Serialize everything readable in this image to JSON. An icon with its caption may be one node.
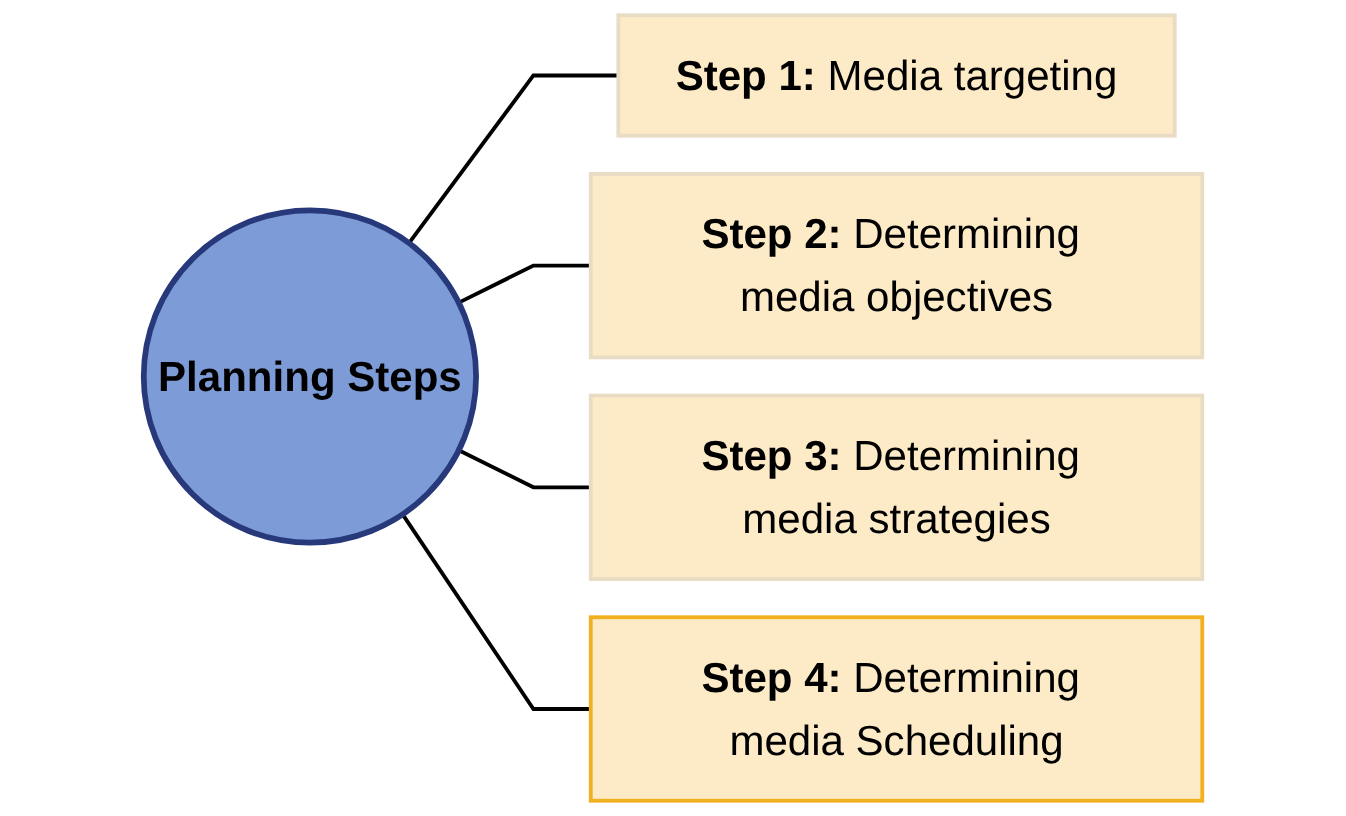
{
  "diagram": {
    "nodes": [
      {
        "text": [
          "Planning Steps"
        ]
      },
      {
        "text": [
          "**Step 1:** Media targeting"
        ]
      },
      {
        "text": [
          "**Step 2:** Determining media objectives"
        ]
      },
      {
        "text": [
          "**Step 3:** Determining media strategies"
        ]
      },
      {
        "text": [
          "**Step 4:** Determining media Scheduling"
        ]
      }
    ],
    "edges": [
      {
        "from": 0,
        "to": 1,
        "arrow": "none"
      },
      {
        "from": 0,
        "to": 2,
        "arrow": "none"
      },
      {
        "from": 0,
        "to": 3,
        "arrow": "none"
      },
      {
        "from": 0,
        "to": 4,
        "arrow": "none"
      }
    ]
  }
}
